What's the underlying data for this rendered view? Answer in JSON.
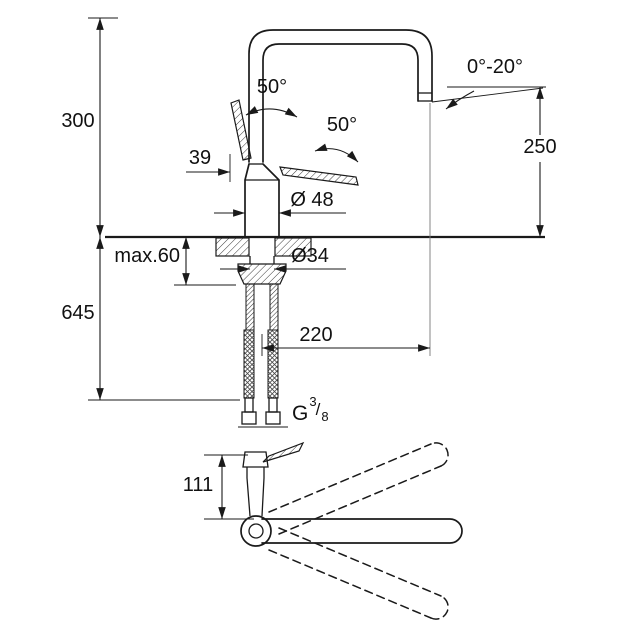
{
  "drawing": {
    "title": "kitchen-faucet-dimension-drawing",
    "background_color": "#ffffff",
    "line_color": "#1a1a1a",
    "views": {
      "front": "front elevation with installation dimensions",
      "top": "plan view with spout swivel range"
    },
    "labels": {
      "overall_height": "300",
      "handle_swing_upper": "50°",
      "handle_swing_lower": "50°",
      "spout_tilt_range": "0°-20°",
      "handle_offset": "39",
      "spout_outlet_height": "250",
      "body_diameter": "Ø 48",
      "max_deck_thickness": "max.60",
      "hole_diameter": "Ø34",
      "supply_length": "645",
      "spout_reach": "220",
      "thread_letter": "G",
      "thread_numerator": "3",
      "thread_slash": "/",
      "thread_denominator": "8",
      "plan_offset": "111"
    }
  }
}
